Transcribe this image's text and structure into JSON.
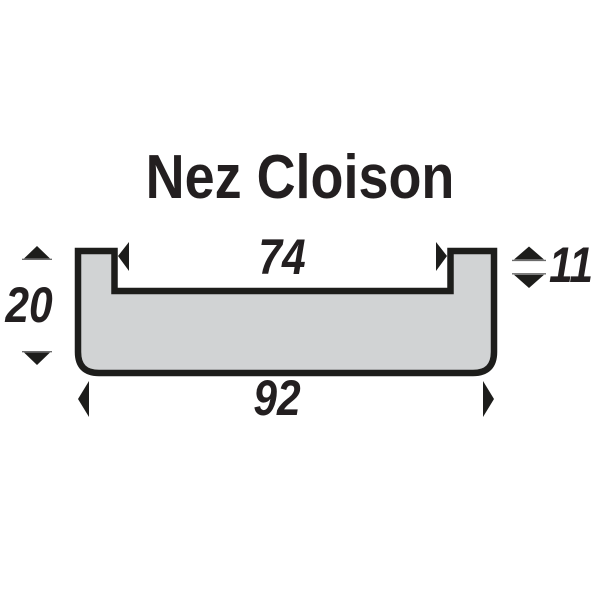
{
  "title": "Nez Cloison",
  "colors": {
    "background": "#ffffff",
    "part_fill": "#d1d3d4",
    "outline": "#1d1d1b",
    "text": "#231f20",
    "tick_line": "#6b6b6b"
  },
  "profile": {
    "dimensions": {
      "inner_top_width": "74",
      "lip_height": "11",
      "overall_height": "20",
      "overall_width": "92"
    }
  }
}
